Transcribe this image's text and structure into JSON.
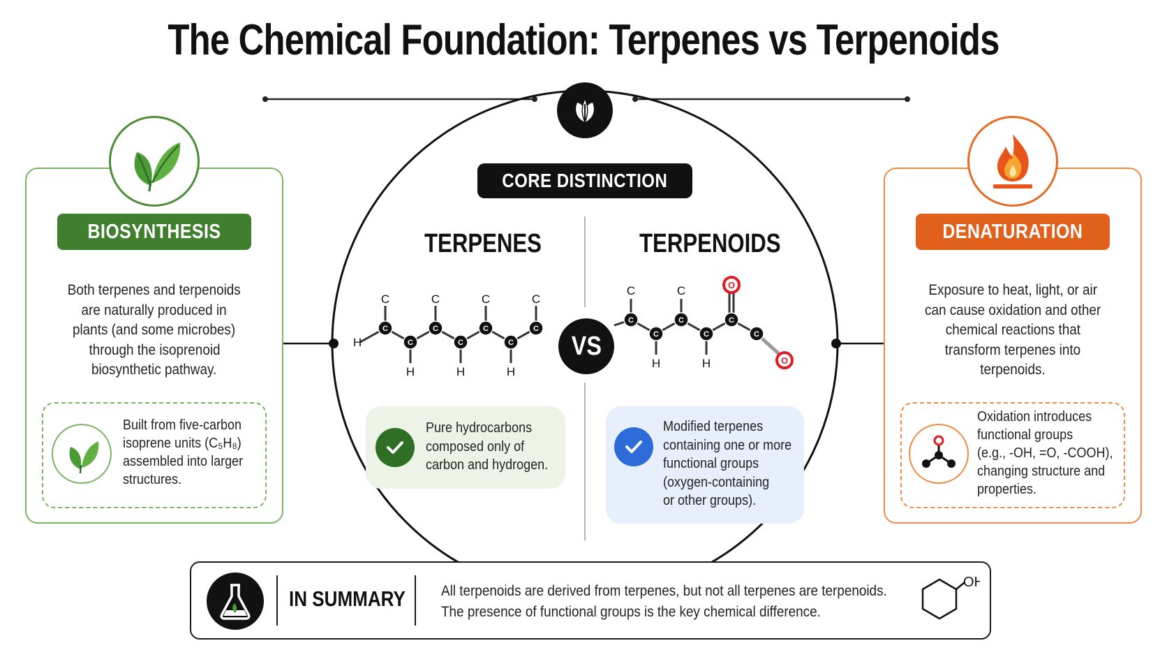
{
  "title": "The Chemical Foundation: Terpenes vs Terpenoids",
  "colors": {
    "green": "#3f7f2e",
    "orange": "#e0601c",
    "blue": "#2d6cd8",
    "dark": "#111111",
    "oxygen_red": "#e01b24"
  },
  "left_panel": {
    "icon": "leaf-icon",
    "heading": "BIOSYNTHESIS",
    "text_lines": [
      "Both terpenes and terpenoids",
      "are naturally produced in",
      "plants (and some microbes)",
      "through the isoprenoid",
      "biosynthetic pathway."
    ],
    "box_icon": "leaf-icon",
    "box_lines": [
      "Built from five-carbon",
      "isoprene units (C₅H₈)",
      "assembled into larger",
      "structures."
    ]
  },
  "right_panel": {
    "icon": "flame-icon",
    "heading": "DENATURATION",
    "text_lines": [
      "Exposure to heat, light, or air",
      "can cause oxidation and other",
      "chemical reactions that",
      "transform terpenes into",
      "terpenoids."
    ],
    "box_icon": "molecule-icon",
    "box_lines": [
      "Oxidation introduces",
      "functional groups",
      "(e.g., -OH, =O, -COOH),",
      "changing structure and",
      "properties."
    ]
  },
  "center": {
    "top_icon": "leaf-icon",
    "label": "CORE DISTINCTION",
    "left_heading": "TERPENES",
    "right_heading": "TERPENOIDS",
    "vs": "VS",
    "left_card_lines": [
      "Pure hydrocarbons",
      "composed only of",
      "carbon and hydrogen."
    ],
    "right_card_lines": [
      "Modified terpenes",
      "containing one or more",
      "functional groups",
      "(oxygen-containing",
      "or other groups)."
    ],
    "atoms": {
      "carbon": "C",
      "hydrogen": "H",
      "oxygen": "O"
    }
  },
  "summary": {
    "icon": "flask-icon",
    "label": "IN SUMMARY",
    "lines": [
      "All terpenoids are derived from terpenes, but not all terpenes are terpenoids.",
      "The presence of functional groups is the key chemical difference."
    ],
    "molecule_label": "OH"
  }
}
